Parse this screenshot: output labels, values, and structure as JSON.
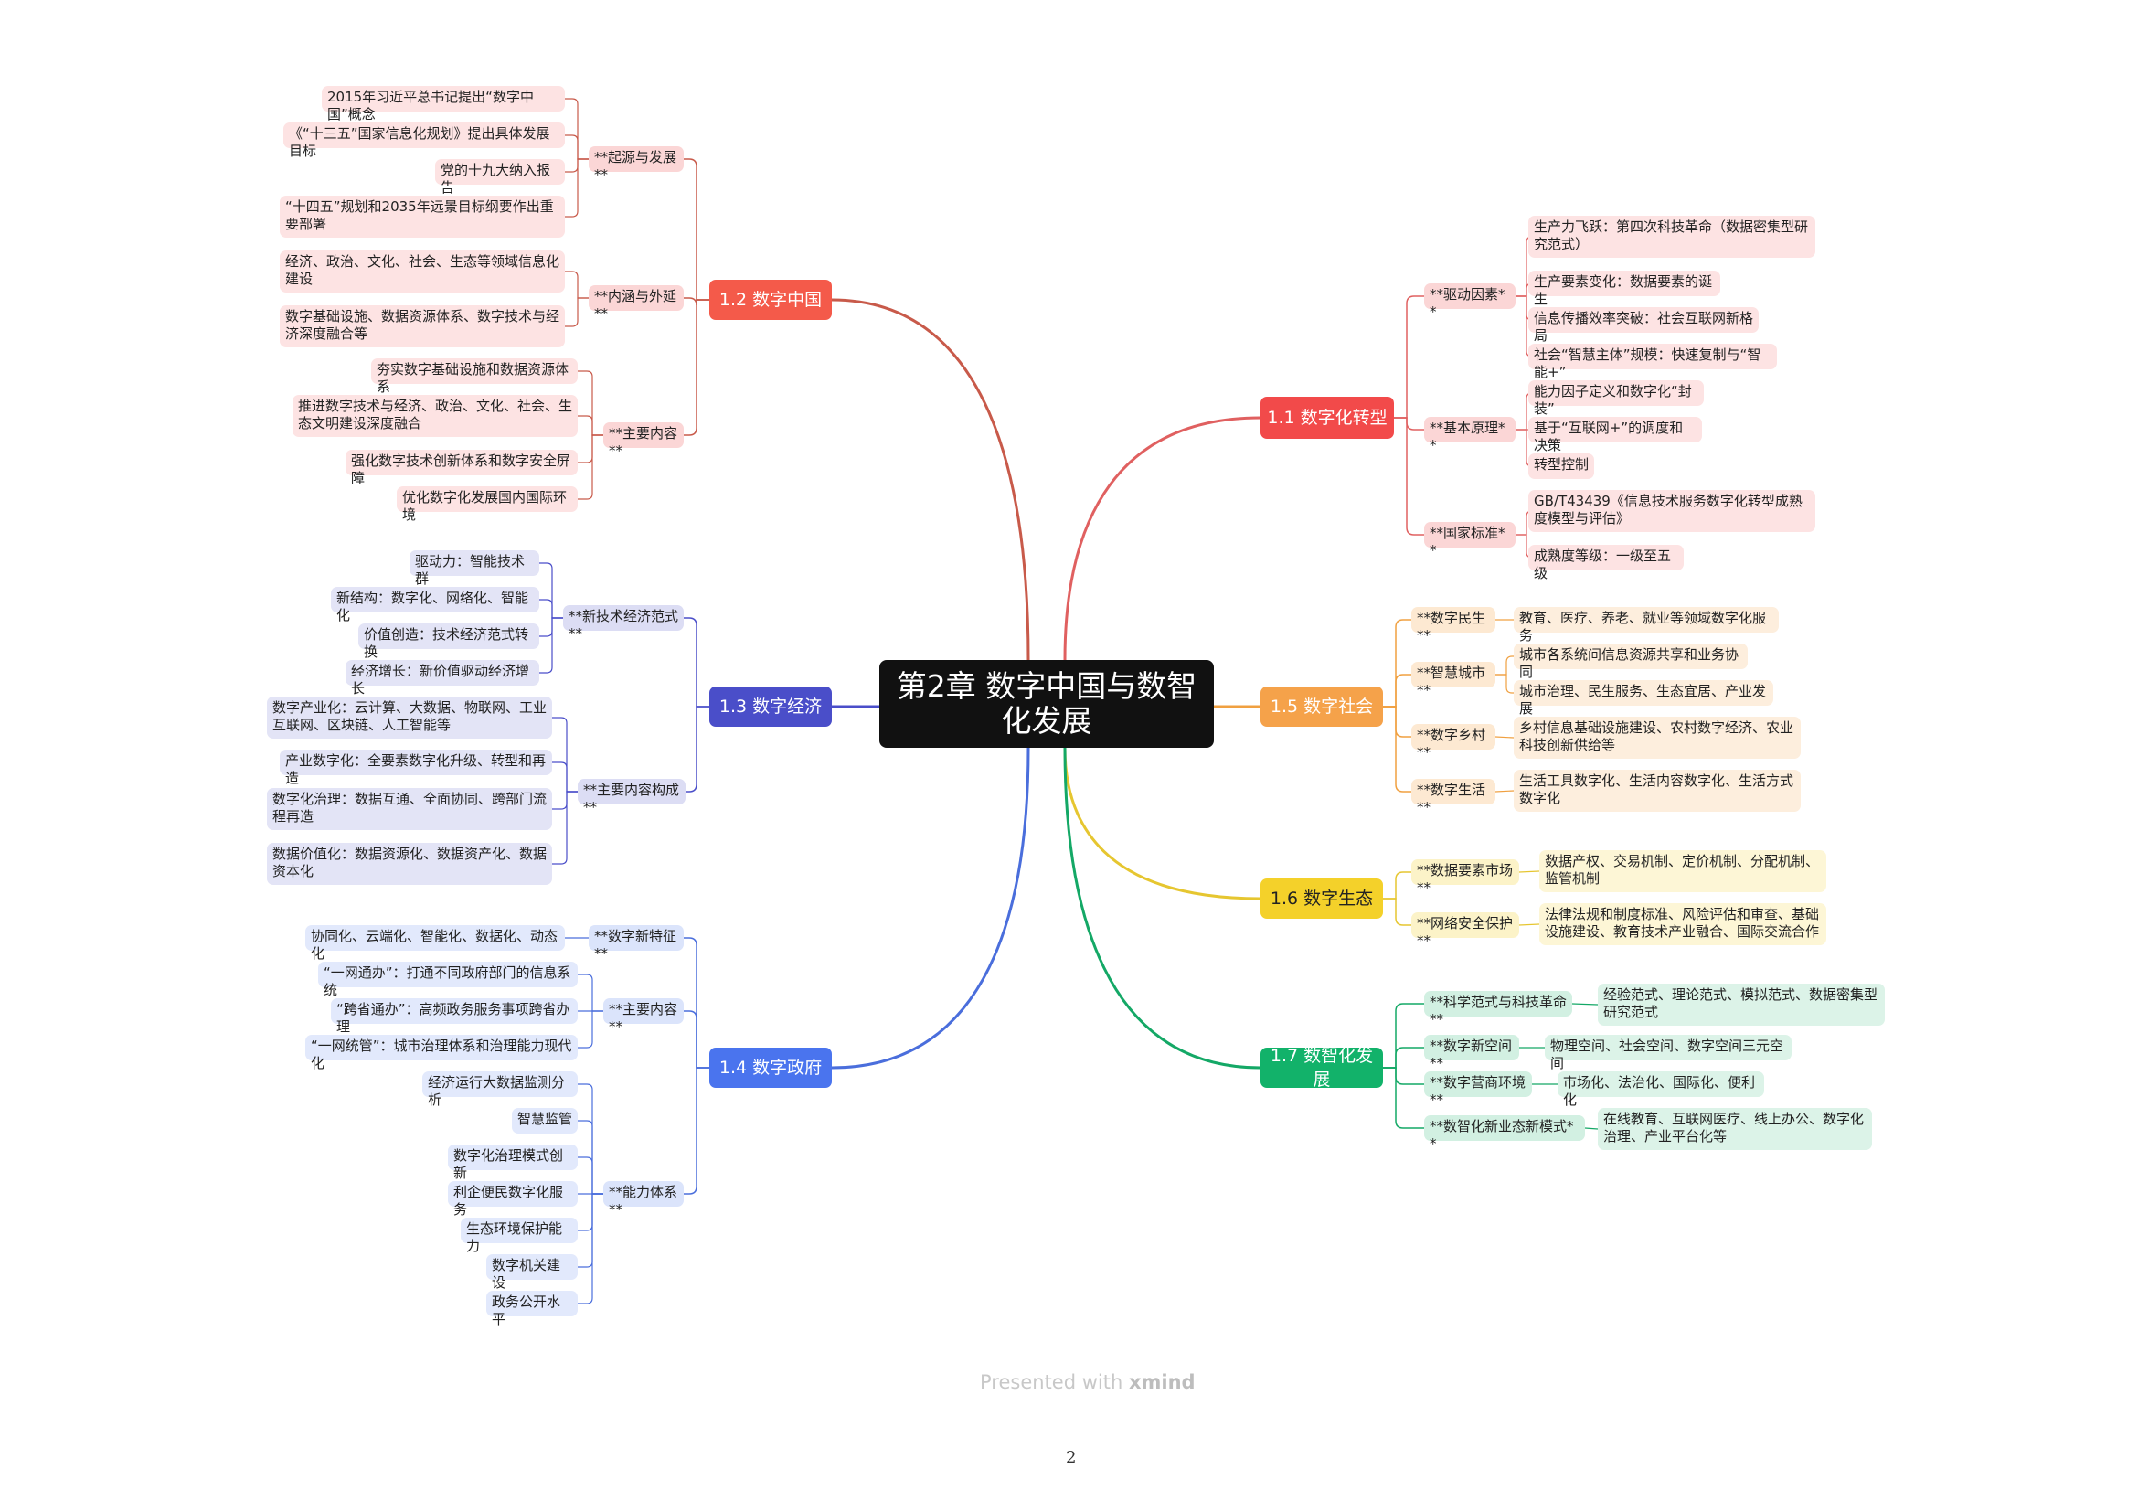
{
  "central": "第2章 数字中国与数智化发展",
  "footer": {
    "presented": "Presented with",
    "brand": "xmind",
    "page": "2"
  },
  "colors": {
    "b11": "#f24a4a",
    "b12": "#f45a4a",
    "b13": "#4a4ec9",
    "b14": "#4a74ee",
    "b15": "#f5a24a",
    "b16": "#f4d12a",
    "b17": "#12b26a"
  },
  "branches": {
    "b11": "1.1 数字化转型",
    "b12": "1.2 数字中国",
    "b13": "1.3 数字经济",
    "b14": "1.4 数字政府",
    "b15": "1.5 数字社会",
    "b16": "1.6 数字生态",
    "b17": "1.7 数智化发展"
  },
  "subs": {
    "s11a": "**驱动因素**",
    "s11b": "**基本原理**",
    "s11c": "**国家标准**",
    "s12a": "**起源与发展**",
    "s12b": "**内涵与外延**",
    "s12c": "**主要内容**",
    "s13a": "**新技术经济范式**",
    "s13b": "**主要内容构成**",
    "s14a": "**数字新特征**",
    "s14b": "**主要内容**",
    "s14c": "**能力体系**",
    "s15a": "**数字民生**",
    "s15b": "**智慧城市**",
    "s15c": "**数字乡村**",
    "s15d": "**数字生活**",
    "s16a": "**数据要素市场**",
    "s16b": "**网络安全保护**",
    "s17a": "**科学范式与科技革命**",
    "s17b": "**数字新空间**",
    "s17c": "**数字营商环境**",
    "s17d": "**数智化新业态新模式**"
  },
  "leaves": {
    "l11a1": "生产力飞跃：第四次科技革命（数据密集型研究范式）",
    "l11a2": "生产要素变化：数据要素的诞生",
    "l11a3": "信息传播效率突破：社会互联网新格局",
    "l11a4": "社会“智慧主体”规模：快速复制与“智能+”",
    "l11b1": "能力因子定义和数字化“封装”",
    "l11b2": "基于“互联网+”的调度和决策",
    "l11b3": "转型控制",
    "l11c1": "GB/T43439《信息技术服务数字化转型成熟度模型与评估》",
    "l11c2": "成熟度等级：一级至五级",
    "l12a1": "2015年习近平总书记提出“数字中国”概念",
    "l12a2": "《“十三五”国家信息化规划》提出具体发展目标",
    "l12a3": "党的十九大纳入报告",
    "l12a4": "“十四五”规划和2035年远景目标纲要作出重要部署",
    "l12b1": "经济、政治、文化、社会、生态等领域信息化建设",
    "l12b2": "数字基础设施、数据资源体系、数字技术与经济深度融合等",
    "l12c1": "夯实数字基础设施和数据资源体系",
    "l12c2": "推进数字技术与经济、政治、文化、社会、生态文明建设深度融合",
    "l12c3": "强化数字技术创新体系和数字安全屏障",
    "l12c4": "优化数字化发展国内国际环境",
    "l13a1": "驱动力：智能技术群",
    "l13a2": "新结构：数字化、网络化、智能化",
    "l13a3": "价值创造：技术经济范式转换",
    "l13a4": "经济增长：新价值驱动经济增长",
    "l13b1": "数字产业化：云计算、大数据、物联网、工业互联网、区块链、人工智能等",
    "l13b2": "产业数字化：全要素数字化升级、转型和再造",
    "l13b3": "数字化治理：数据互通、全面协同、跨部门流程再造",
    "l13b4": "数据价值化：数据资源化、数据资产化、数据资本化",
    "l14a1": "协同化、云端化、智能化、数据化、动态化",
    "l14b1": "“一网通办”：打通不同政府部门的信息系统",
    "l14b2": "“跨省通办”：高频政务服务事项跨省办理",
    "l14b3": "“一网统管”：城市治理体系和治理能力现代化",
    "l14c1": "经济运行大数据监测分析",
    "l14c2": "智慧监管",
    "l14c3": "数字化治理模式创新",
    "l14c4": "利企便民数字化服务",
    "l14c5": "生态环境保护能力",
    "l14c6": "数字机关建设",
    "l14c7": "政务公开水平",
    "l15a1": "教育、医疗、养老、就业等领域数字化服务",
    "l15b1": "城市各系统间信息资源共享和业务协同",
    "l15b2": "城市治理、民生服务、生态宜居、产业发展",
    "l15c1": "乡村信息基础设施建设、农村数字经济、农业科技创新供给等",
    "l15d1": "生活工具数字化、生活内容数字化、生活方式数字化",
    "l16a1": "数据产权、交易机制、定价机制、分配机制、监管机制",
    "l16b1": "法律法规和制度标准、风险评估和审查、基础设施建设、教育技术产业融合、国际交流合作",
    "l17a1": "经验范式、理论范式、模拟范式、数据密集型研究范式",
    "l17b1": "物理空间、社会空间、数字空间三元空间",
    "l17c1": "市场化、法治化、国际化、便利化",
    "l17d1": "在线教育、互联网医疗、线上办公、数字化治理、产业平台化等"
  }
}
